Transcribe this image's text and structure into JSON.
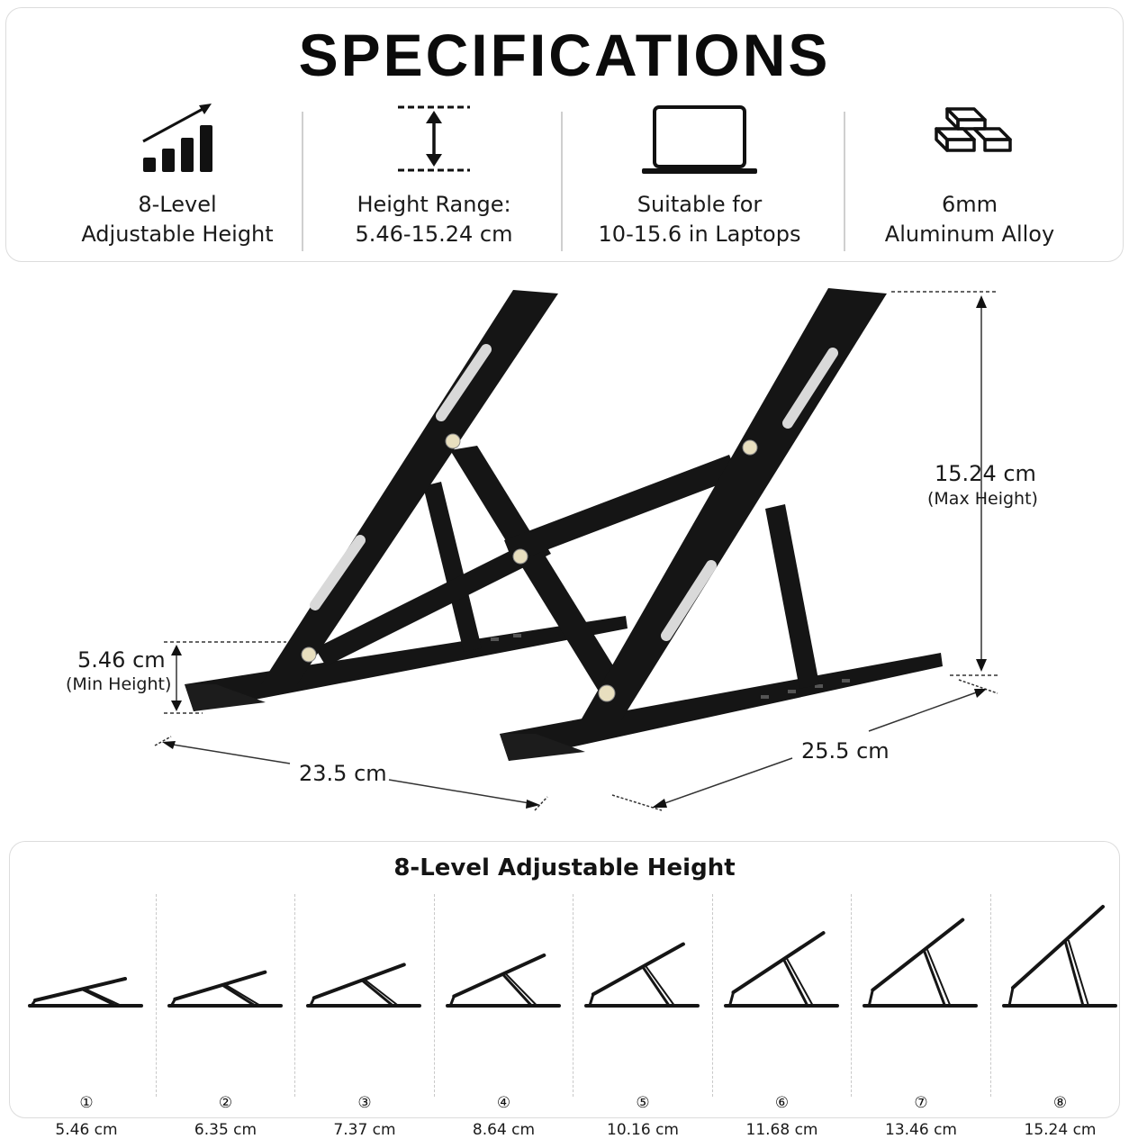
{
  "title": "SPECIFICATIONS",
  "specs": [
    {
      "icon": "bar-chart-up-icon",
      "line1": "8-Level",
      "line2": "Adjustable Height"
    },
    {
      "icon": "height-range-arrow-icon",
      "line1": "Height Range:",
      "line2": "5.46-15.24 cm"
    },
    {
      "icon": "laptop-icon",
      "line1": "Suitable for",
      "line2": "10-15.6 in Laptops"
    },
    {
      "icon": "metal-bars-icon",
      "line1": "6mm",
      "line2": "Aluminum Alloy"
    }
  ],
  "dimensions": {
    "max_height": "15.24 cm",
    "max_height_note": "(Max Height)",
    "min_height": "5.46 cm",
    "min_height_note": "(Min Height)",
    "width": "23.5 cm",
    "depth": "25.5 cm"
  },
  "levels_title": "8-Level Adjustable Height",
  "levels": [
    {
      "num": "①",
      "height": "5.46 cm",
      "value": 5.46
    },
    {
      "num": "②",
      "height": "6.35 cm",
      "value": 6.35
    },
    {
      "num": "③",
      "height": "7.37 cm",
      "value": 7.37
    },
    {
      "num": "④",
      "height": "8.64 cm",
      "value": 8.64
    },
    {
      "num": "⑤",
      "height": "10.16 cm",
      "value": 10.16
    },
    {
      "num": "⑥",
      "height": "11.68 cm",
      "value": 11.68
    },
    {
      "num": "⑦",
      "height": "13.46 cm",
      "value": 13.46
    },
    {
      "num": "⑧",
      "height": "15.24 cm",
      "value": 15.24
    }
  ],
  "colors": {
    "stand": "#151515",
    "slot": "#d9d9d9",
    "pivot": "#e8dfbf"
  }
}
